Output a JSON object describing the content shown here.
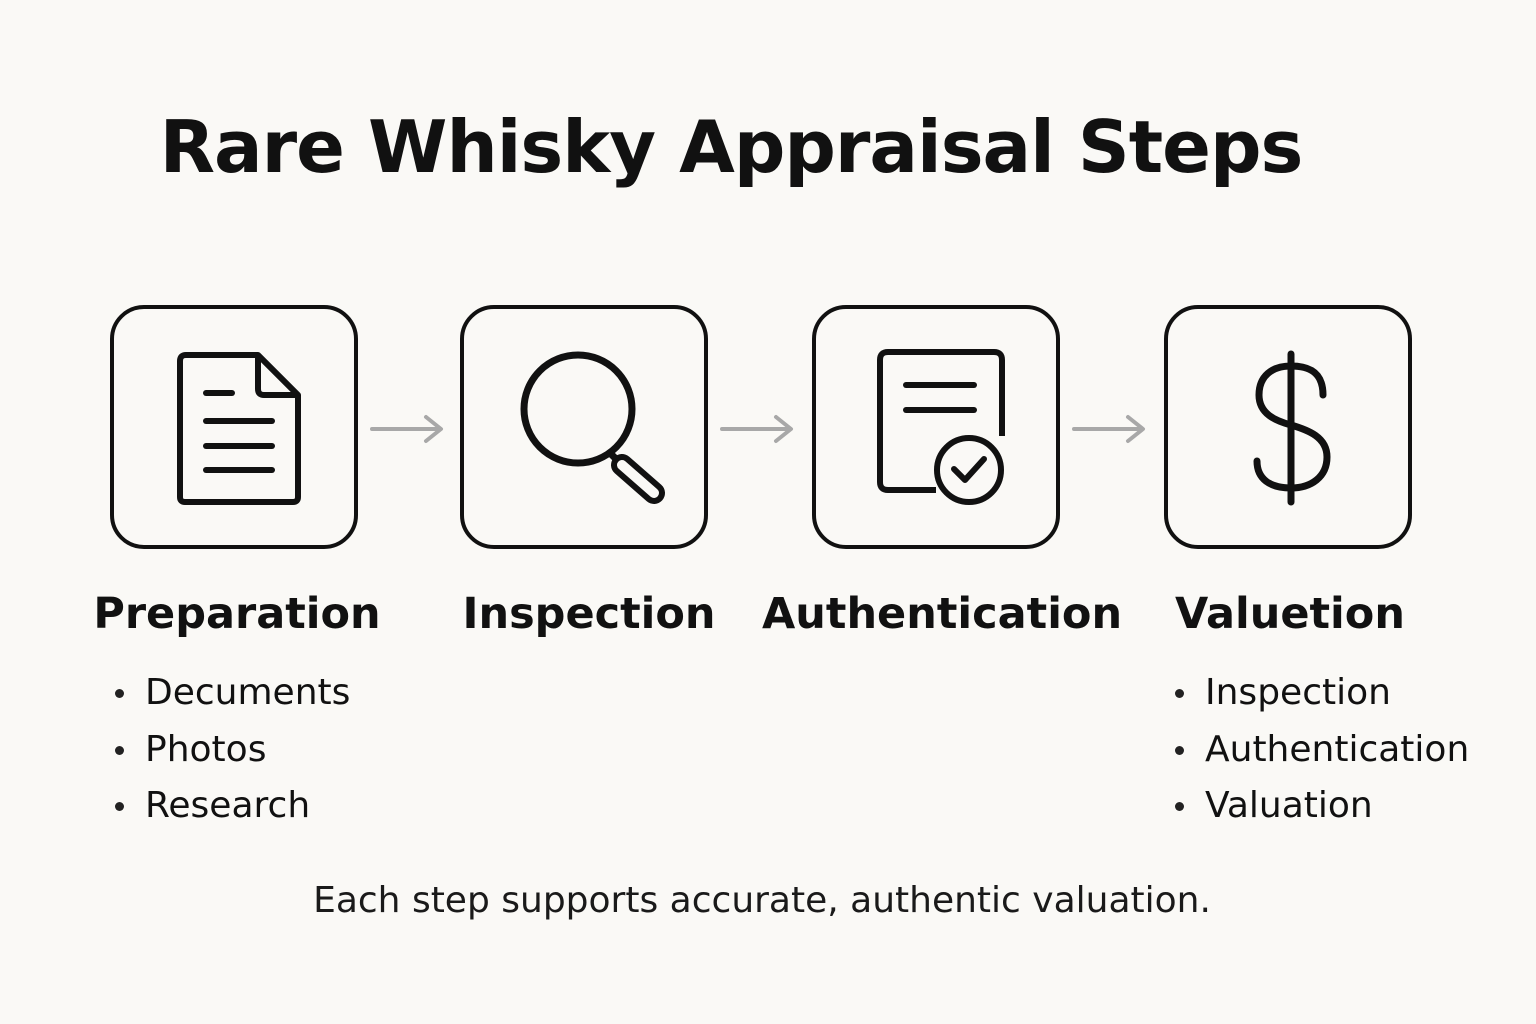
{
  "title": "Rare Whisky Appraisal Steps",
  "colors": {
    "background": "#faf9f6",
    "ink": "#111111",
    "arrow": "#a8a8a8"
  },
  "steps": [
    {
      "label": "Preparation",
      "icon": "document-icon",
      "bullets": [
        "Decuments",
        "Photos",
        "Research"
      ]
    },
    {
      "label": "Inspection",
      "icon": "magnifying-glass-icon",
      "bullets": []
    },
    {
      "label": "Authentication",
      "icon": "certificate-check-icon",
      "bullets": []
    },
    {
      "label": "Valuetion",
      "icon": "dollar-sign-icon",
      "bullets": [
        "Inspection",
        "Authentication",
        "Valuation"
      ]
    }
  ],
  "caption": "Each step supports accurate, authentic valuation."
}
